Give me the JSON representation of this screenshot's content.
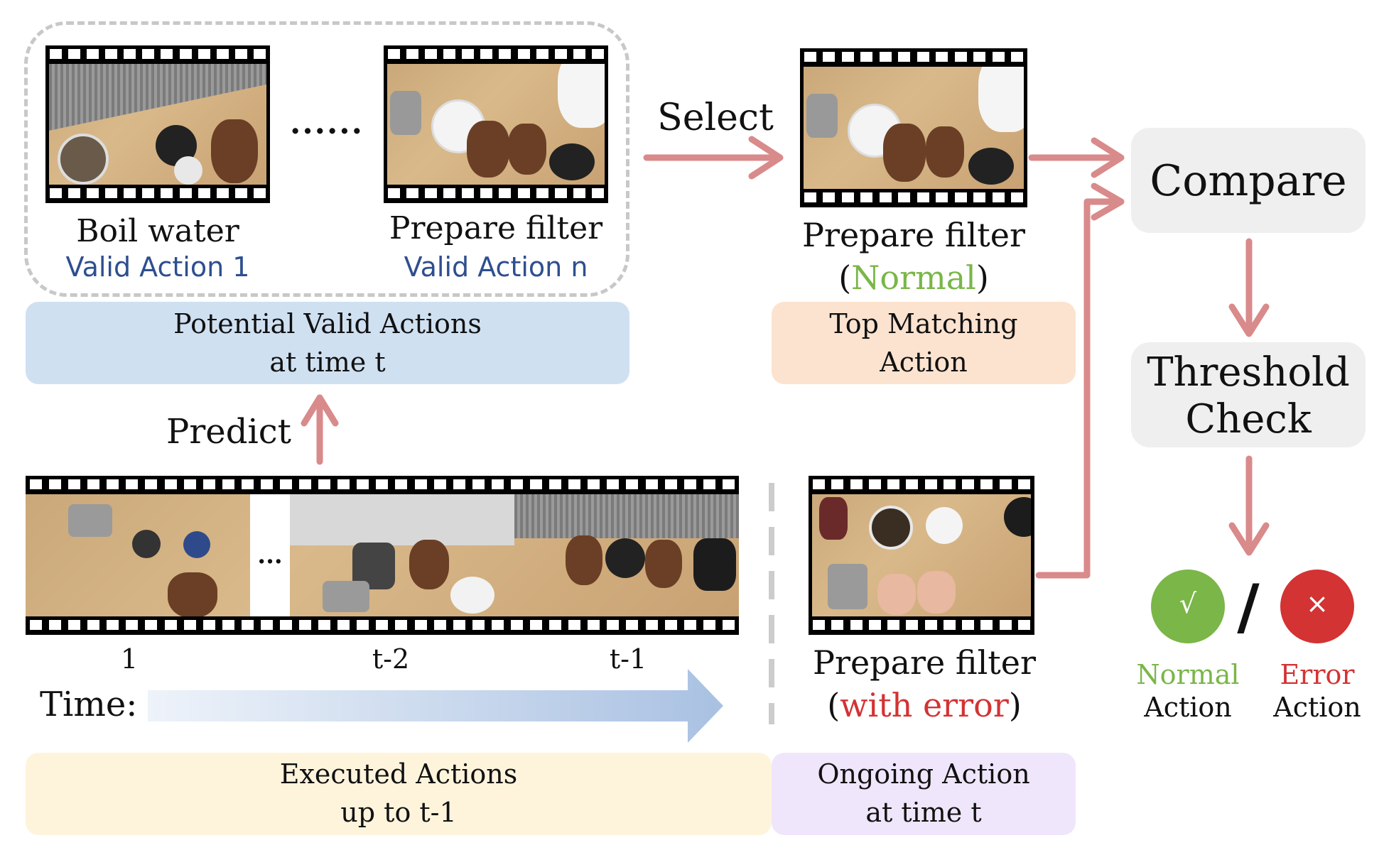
{
  "valid_actions": {
    "first": {
      "name": "Boil water",
      "tag": "Valid Action 1"
    },
    "ellipsis": "......",
    "last": {
      "name": "Prepare filter",
      "tag": "Valid Action n"
    },
    "band_line1": "Potential Valid Actions",
    "band_line2": "at time t"
  },
  "select_label": "Select",
  "top_match": {
    "name": "Prepare filter",
    "status_open": "(",
    "status_word": "Normal",
    "status_close": ")",
    "band_line1": "Top Matching",
    "band_line2": "Action"
  },
  "predict_label": "Predict",
  "timeline": {
    "gap_ellipsis": "...",
    "tick_1": "1",
    "tick_2": "t-2",
    "tick_3": "t-1",
    "time_label": "Time:",
    "band_line1": "Executed Actions",
    "band_line2": "up to t-1"
  },
  "ongoing": {
    "name": "Prepare filter",
    "status_open": "(",
    "status_word": "with error",
    "status_close": ")",
    "band_line1": "Ongoing Action",
    "band_line2": "at time t"
  },
  "compare_label": "Compare",
  "threshold_line1": "Threshold",
  "threshold_line2": "Check",
  "outcomes": {
    "normal_symbol": "√",
    "slash": "/",
    "error_symbol": "×",
    "normal_word": "Normal",
    "normal_action": "Action",
    "error_word": "Error",
    "error_action": "Action"
  },
  "colors": {
    "arrow": "#d98a8a",
    "valid_blue": "#2e4f8f",
    "normal_green": "#7ab648",
    "error_red": "#d33333",
    "band_blue": "#cfe0f1",
    "band_orange": "#fce3cf",
    "band_yellow": "#fef4dc",
    "band_purple": "#efe6fb"
  }
}
